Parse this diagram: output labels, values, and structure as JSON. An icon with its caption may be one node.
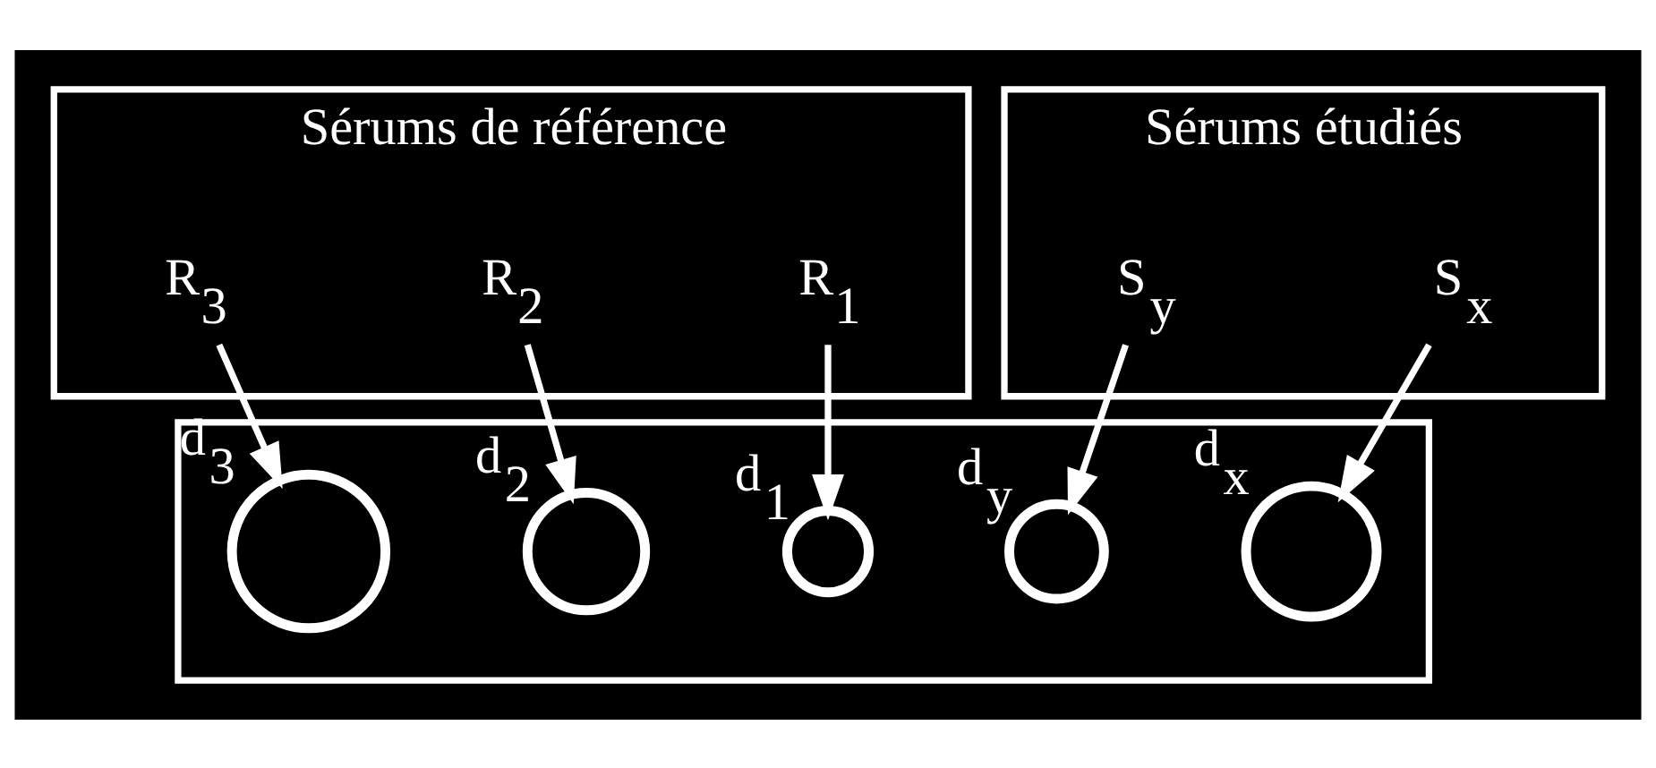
{
  "diagram": {
    "nodes": [
      {
        "text": [
          "Sérums de référence"
        ]
      },
      {
        "text": [
          "R$_{1}$"
        ],
        "in": 0
      },
      {
        "text": [
          "R$_{2}$"
        ],
        "in": 0
      },
      {
        "text": [
          "R$_{3}$"
        ],
        "in": 0
      },
      {
        "text": [
          "Sérums étudiés"
        ]
      },
      {
        "text": [
          "S$_{x}$"
        ],
        "in": 4
      },
      {
        "text": [
          "S$_{y}$"
        ],
        "in": 4
      },
      {
        "text": [],
        "shape": "box"
      },
      {
        "text": [],
        "shape": "circle",
        "beside": [
          "d$_{1}$"
        ],
        "in": 7
      },
      {
        "text": [],
        "shape": "circle",
        "beside": [
          "d$_{2}$"
        ],
        "in": 7
      },
      {
        "text": [],
        "shape": "circle",
        "beside": [
          "d$_{3}$"
        ],
        "in": 7
      },
      {
        "text": [],
        "shape": "circle",
        "beside": [
          "d$_{x}$"
        ],
        "in": 7
      },
      {
        "text": [],
        "shape": "circle",
        "beside": [
          "d$_{y}$"
        ],
        "in": 7
      }
    ],
    "edges": [
      {
        "from": 1,
        "to": 8,
        "arrow": "to"
      },
      {
        "from": 2,
        "to": 9,
        "arrow": "to"
      },
      {
        "from": 3,
        "to": 10,
        "arrow": "to"
      },
      {
        "from": 5,
        "to": 11,
        "arrow": "to"
      },
      {
        "from": 6,
        "to": 12,
        "arrow": "to"
      }
    ]
  }
}
